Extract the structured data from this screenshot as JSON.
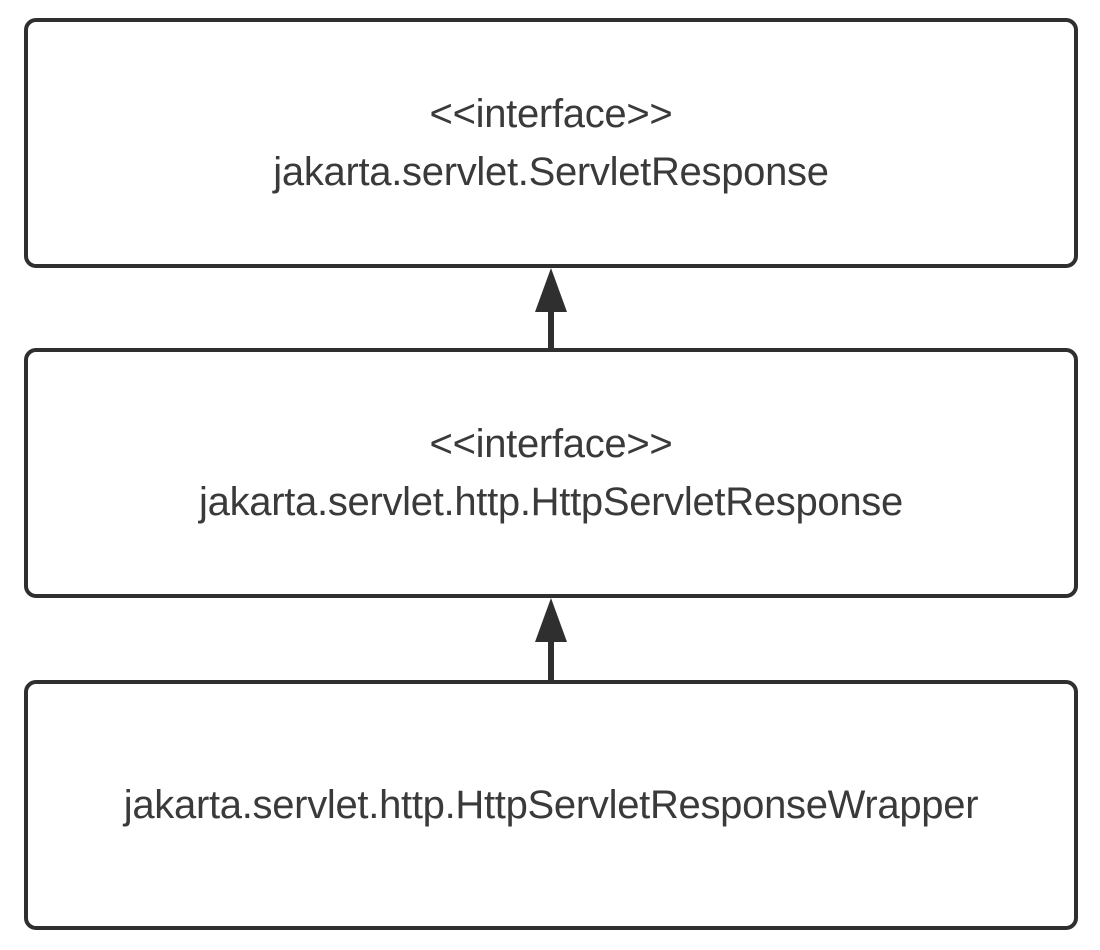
{
  "diagram": {
    "nodes": [
      {
        "id": "servlet-response",
        "stereotype": "<<interface>>",
        "name": "jakarta.servlet.ServletResponse"
      },
      {
        "id": "http-servlet-response",
        "stereotype": "<<interface>>",
        "name": "jakarta.servlet.http.HttpServletResponse"
      },
      {
        "id": "http-servlet-response-wrapper",
        "stereotype": "",
        "name": "jakarta.servlet.http.HttpServletResponseWrapper"
      }
    ],
    "edges": [
      {
        "from": "http-servlet-response",
        "to": "servlet-response",
        "type": "generalization"
      },
      {
        "from": "http-servlet-response-wrapper",
        "to": "http-servlet-response",
        "type": "generalization"
      }
    ],
    "colors": {
      "border": "#2f2f2f",
      "text": "#3a3a3a",
      "background": "#ffffff"
    }
  }
}
